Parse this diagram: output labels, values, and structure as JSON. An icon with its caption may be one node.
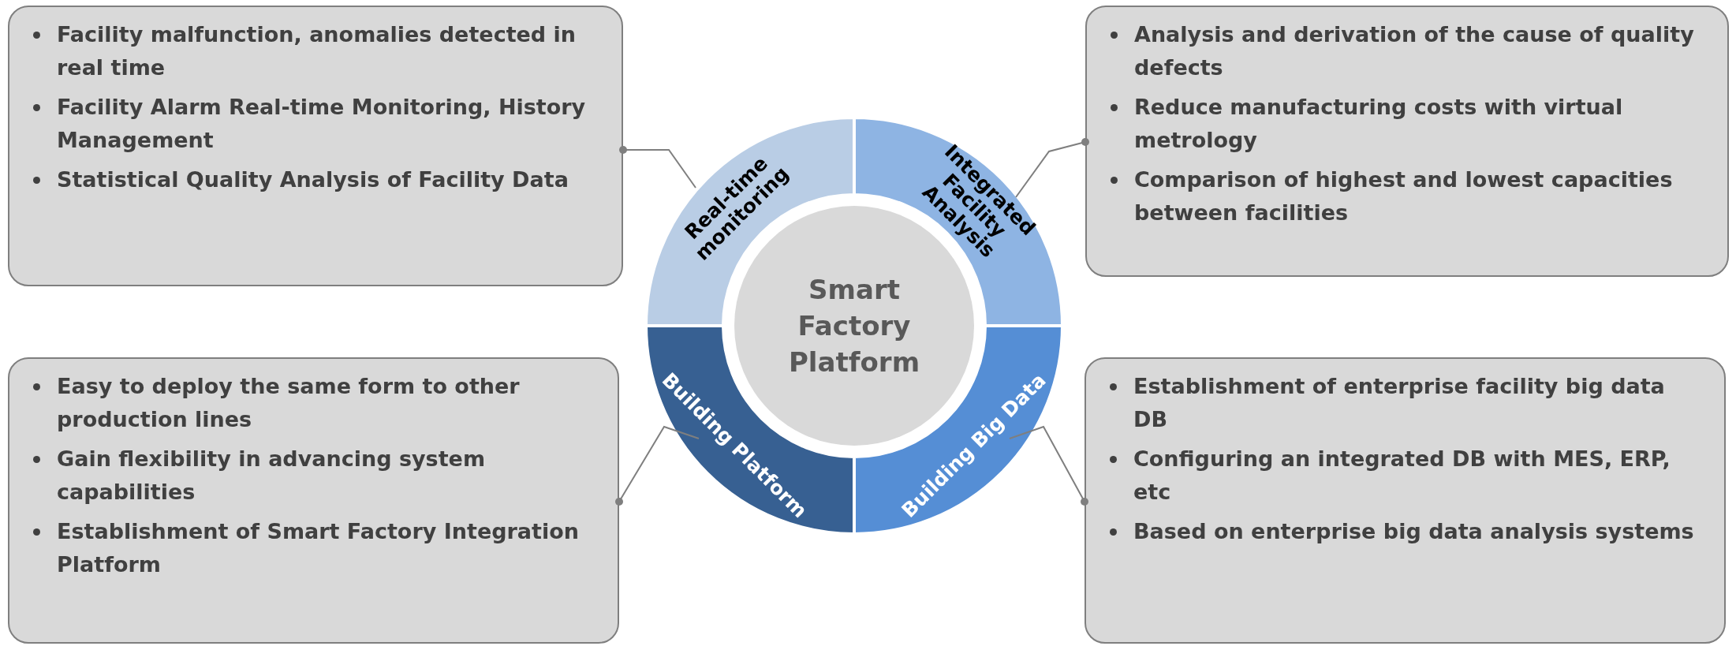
{
  "diagram": {
    "nodes": [
      {
        "text": [
          "Smart Factory Platform"
        ]
      },
      {
        "text": [
          "Real-time monitoring"
        ]
      },
      {
        "text": [
          "Integrated Facility Analysis"
        ]
      },
      {
        "text": [
          "Building Platform"
        ]
      },
      {
        "text": [
          "Building Big Data"
        ]
      },
      {
        "text": [
          "Facility malfunction, anomalies detected in real time",
          "Facility Alarm Real-time Monitoring, History Management",
          "Statistical Quality Analysis of Facility Data"
        ]
      },
      {
        "text": [
          "Analysis and derivation of the cause of quality defects",
          "Reduce manufacturing costs with virtual metrology",
          "Comparison of highest and lowest capacities between facilities"
        ]
      },
      {
        "text": [
          "Easy to deploy the same form to other production lines",
          "Gain flexibility in advancing system capabilities",
          "Establishment of Smart Factory Integration Platform"
        ]
      },
      {
        "text": [
          "Establishment of enterprise facility big data DB",
          "Configuring an integrated DB with MES, ERP, etc",
          "Based on enterprise big data analysis systems"
        ]
      }
    ],
    "edges": [
      {
        "from": 5,
        "to": 1,
        "arrow": "other"
      },
      {
        "from": 6,
        "to": 2,
        "arrow": "other"
      },
      {
        "from": 7,
        "to": 3,
        "arrow": "other"
      },
      {
        "from": 8,
        "to": 4,
        "arrow": "other"
      }
    ]
  }
}
